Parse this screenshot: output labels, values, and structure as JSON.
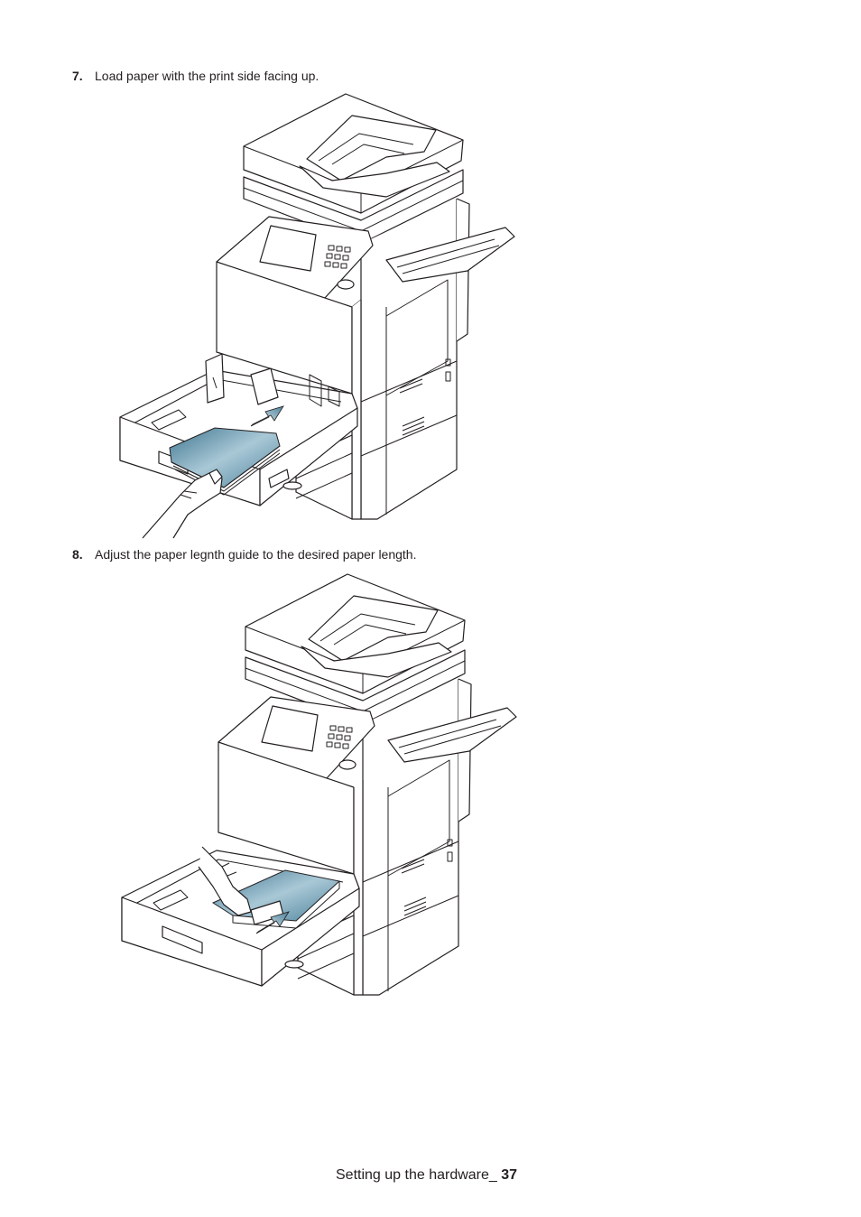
{
  "steps": [
    {
      "number": "7.",
      "text": "Load paper with the print side facing up."
    },
    {
      "number": "8.",
      "text": "Adjust the paper legnth guide to the desired paper length."
    }
  ],
  "figures": [
    {
      "subject": "printer-tray-load-paper",
      "accent_color": "#5d8fa8"
    },
    {
      "subject": "printer-tray-adjust-length-guide",
      "accent_color": "#5d8fa8"
    }
  ],
  "footer": {
    "section": "Setting up the hardware_",
    "page": "37"
  }
}
